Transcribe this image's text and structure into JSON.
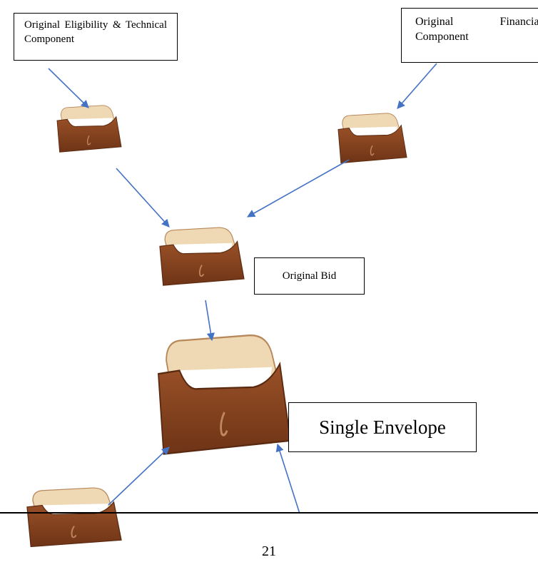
{
  "labels": {
    "eligibility_technical": "Original Eligibility & Technical Component",
    "financial": "Original Financial Component",
    "original_bid": "Original Bid",
    "single_envelope": "Single Envelope"
  },
  "page_number": "21",
  "colors": {
    "arrow": "#4472c4",
    "envelope_body": "#8b4420",
    "envelope_paper": "#efd9b4",
    "envelope_border": "#b8875a",
    "box_border": "#000000"
  },
  "icons": [
    "envelope-icon"
  ]
}
